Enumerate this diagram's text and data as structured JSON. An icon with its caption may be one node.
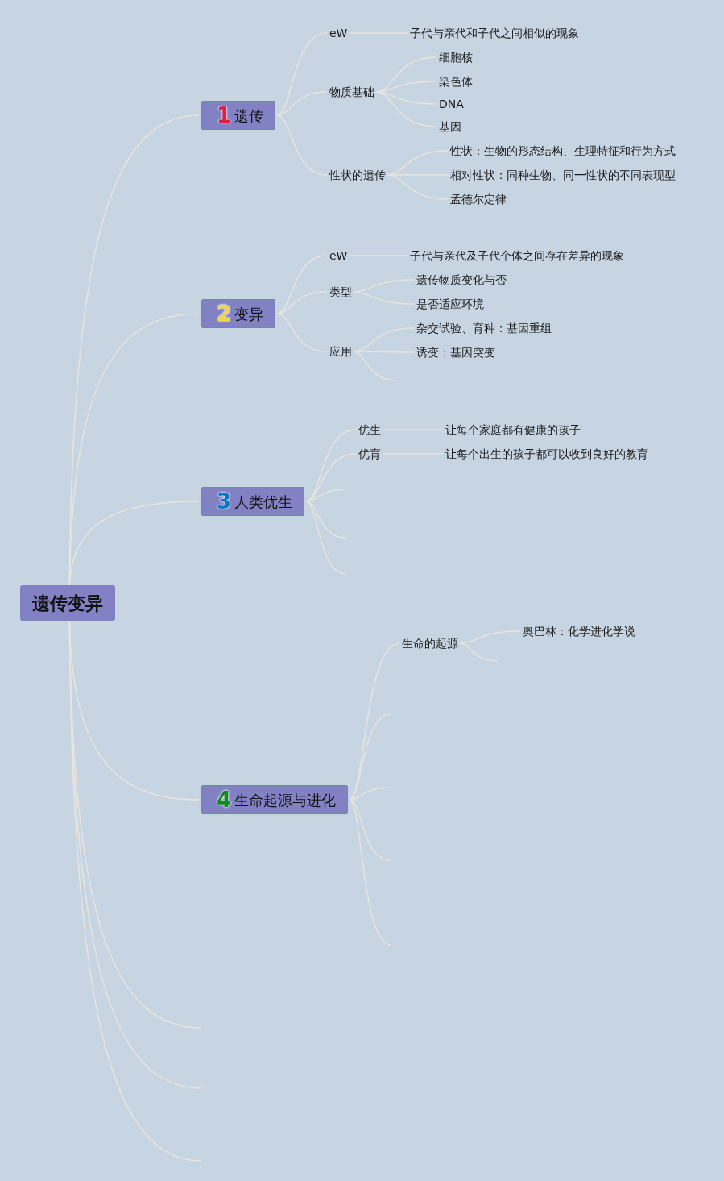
{
  "diagram": {
    "nodes": [
      {
        "text": [
          "遗传变异"
        ]
      },
      {
        "text": [
          "1",
          "遗传"
        ]
      },
      {
        "text": [
          "eW"
        ]
      },
      {
        "text": [
          "子代与亲代和子代之间相似的现象"
        ]
      },
      {
        "text": [
          "物质基础"
        ]
      },
      {
        "text": [
          "细胞核"
        ]
      },
      {
        "text": [
          "染色体"
        ]
      },
      {
        "text": [
          "DNA"
        ]
      },
      {
        "text": [
          "基因"
        ]
      },
      {
        "text": [
          "性状的遗传"
        ]
      },
      {
        "text": [
          "性状：生物的形态结构、生理特征和行为方式"
        ]
      },
      {
        "text": [
          "相对性状：同种生物、同一性状的不同表现型"
        ]
      },
      {
        "text": [
          "孟德尔定律"
        ]
      },
      {
        "text": [
          "2",
          "变异"
        ]
      },
      {
        "text": [
          "eW"
        ]
      },
      {
        "text": [
          "子代与亲代及子代个体之间存在差异的现象"
        ]
      },
      {
        "text": [
          "类型"
        ]
      },
      {
        "text": [
          "遗传物质变化与否"
        ]
      },
      {
        "text": [
          "是否适应环境"
        ]
      },
      {
        "text": [
          "应用"
        ]
      },
      {
        "text": [
          "杂交试验、育种：基因重组"
        ]
      },
      {
        "text": [
          "诱变：基因突变"
        ]
      },
      {
        "text": [
          "3",
          "人类优生"
        ]
      },
      {
        "text": [
          "优生"
        ]
      },
      {
        "text": [
          "让每个家庭都有健康的孩子"
        ]
      },
      {
        "text": [
          "优育"
        ]
      },
      {
        "text": [
          "让每个出生的孩子都可以收到良好的教育"
        ]
      },
      {
        "text": [
          "4",
          "生命起源与进化"
        ]
      },
      {
        "text": [
          "生命的起源"
        ]
      },
      {
        "text": [
          "奥巴林：化学进化学说"
        ]
      }
    ],
    "edges": [
      {
        "from": 0,
        "to": 1,
        "arrow": "none"
      },
      {
        "from": 0,
        "to": 13,
        "arrow": "none"
      },
      {
        "from": 0,
        "to": 22,
        "arrow": "none"
      },
      {
        "from": 0,
        "to": 27,
        "arrow": "none"
      },
      {
        "from": 0,
        "to": null,
        "arrow": "none"
      },
      {
        "from": 0,
        "to": null,
        "arrow": "none"
      },
      {
        "from": 0,
        "to": null,
        "arrow": "none"
      },
      {
        "from": 1,
        "to": 2,
        "arrow": "none"
      },
      {
        "from": 2,
        "to": 3,
        "arrow": "none"
      },
      {
        "from": 1,
        "to": 4,
        "arrow": "none"
      },
      {
        "from": 4,
        "to": 5,
        "arrow": "none"
      },
      {
        "from": 4,
        "to": 6,
        "arrow": "none"
      },
      {
        "from": 4,
        "to": 7,
        "arrow": "none"
      },
      {
        "from": 4,
        "to": 8,
        "arrow": "none"
      },
      {
        "from": 1,
        "to": 9,
        "arrow": "none"
      },
      {
        "from": 9,
        "to": 10,
        "arrow": "none"
      },
      {
        "from": 9,
        "to": 11,
        "arrow": "none"
      },
      {
        "from": 9,
        "to": 12,
        "arrow": "none"
      },
      {
        "from": 13,
        "to": 14,
        "arrow": "none"
      },
      {
        "from": 14,
        "to": 15,
        "arrow": "none"
      },
      {
        "from": 13,
        "to": 16,
        "arrow": "none"
      },
      {
        "from": 16,
        "to": 17,
        "arrow": "none"
      },
      {
        "from": 16,
        "to": 18,
        "arrow": "none"
      },
      {
        "from": 13,
        "to": 19,
        "arrow": "none"
      },
      {
        "from": 19,
        "to": 20,
        "arrow": "none"
      },
      {
        "from": 19,
        "to": 21,
        "arrow": "none"
      },
      {
        "from": 19,
        "to": null,
        "arrow": "none"
      },
      {
        "from": 22,
        "to": 23,
        "arrow": "none"
      },
      {
        "from": 23,
        "to": 24,
        "arrow": "none"
      },
      {
        "from": 22,
        "to": 25,
        "arrow": "none"
      },
      {
        "from": 25,
        "to": 26,
        "arrow": "none"
      },
      {
        "from": 22,
        "to": null,
        "arrow": "none"
      },
      {
        "from": 22,
        "to": null,
        "arrow": "none"
      },
      {
        "from": 22,
        "to": null,
        "arrow": "none"
      },
      {
        "from": 27,
        "to": 28,
        "arrow": "none"
      },
      {
        "from": 28,
        "to": 29,
        "arrow": "none"
      },
      {
        "from": 28,
        "to": null,
        "arrow": "none"
      },
      {
        "from": 27,
        "to": null,
        "arrow": "none"
      },
      {
        "from": 27,
        "to": null,
        "arrow": "none"
      },
      {
        "from": 27,
        "to": null,
        "arrow": "none"
      },
      {
        "from": 27,
        "to": null,
        "arrow": "none"
      }
    ]
  }
}
